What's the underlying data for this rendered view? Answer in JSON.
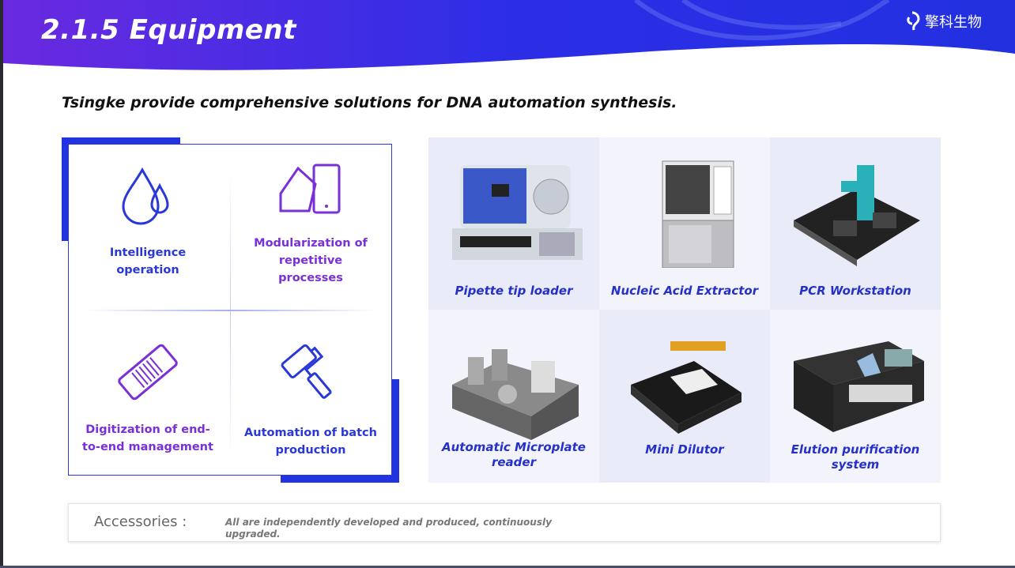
{
  "header": {
    "title": "2.1.5  Equipment",
    "logo_text": "擎科生物"
  },
  "subtitle": "Tsingke provide comprehensive solutions for DNA automation synthesis.",
  "features": [
    {
      "label": "Intelligence operation",
      "icon": "water-drops-icon",
      "color": "#2a38d8"
    },
    {
      "label": "Modularization of repetitive processes",
      "icon": "modules-icon",
      "color": "#7b2fd6"
    },
    {
      "label": "Digitization of end-to-end management",
      "icon": "chip-icon",
      "color": "#7b2fd6"
    },
    {
      "label": "Automation of batch production",
      "icon": "roller-icon",
      "color": "#2a38d8"
    }
  ],
  "products": [
    {
      "label": "Pipette tip loader"
    },
    {
      "label": "Nucleic Acid Extractor"
    },
    {
      "label": "PCR Workstation"
    },
    {
      "label": "Automatic Microplate reader"
    },
    {
      "label": "Mini Dilutor"
    },
    {
      "label": "Elution purification system"
    }
  ],
  "footer": {
    "label": "Accessories :",
    "description": "All are independently developed and produced, continuously upgraded."
  }
}
